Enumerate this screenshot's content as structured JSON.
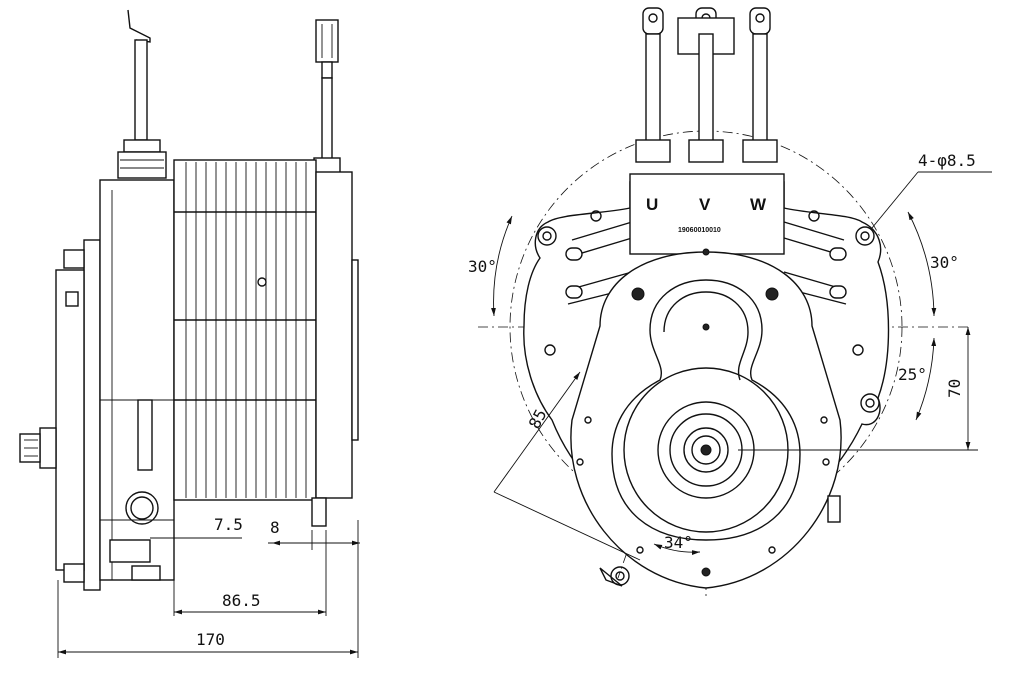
{
  "dimensions": {
    "d_7_5": "7.5",
    "d_8": "8",
    "d_86_5": "86.5",
    "d_170": "170",
    "d_holes": "4-φ8.5",
    "d_30_left": "30°",
    "d_30_right": "30°",
    "d_25": "25°",
    "d_70": "70",
    "d_85": "85",
    "d_34": "34°"
  },
  "phase_labels": {
    "u": "U",
    "v": "V",
    "w": "W"
  },
  "serial_number": "19060010010"
}
